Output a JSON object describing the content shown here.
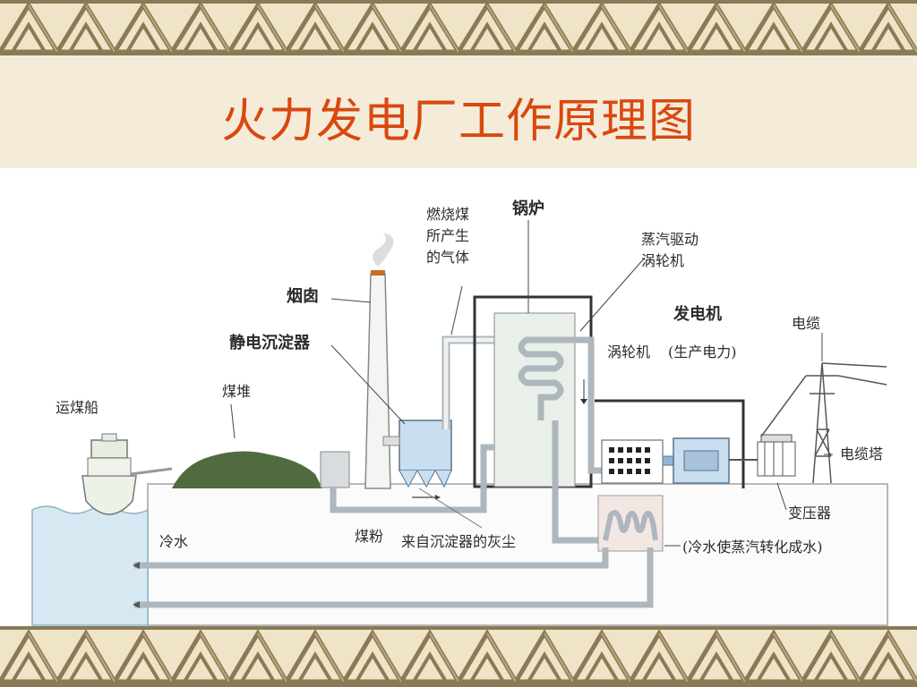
{
  "title": "火力发电厂工作原理图",
  "colors": {
    "title": "#d9480f",
    "background": "#f4ecd9",
    "border_pattern": "#8a7a55",
    "pipe": "#aeb7bd",
    "water": "#d6e8f2",
    "coal_pile": "#4f6b3f",
    "boiler": "#e9efe9",
    "equipment_blue": "#c9def0"
  },
  "diagram": {
    "labels": {
      "coal_ship": "运煤船",
      "coal_pile": "煤堆",
      "chimney": "烟囱",
      "precipitator": "静电沉淀器",
      "flue_gas": "燃烧煤\n所产生\n的气体",
      "boiler": "锅炉",
      "steam_turbine_drive": "蒸汽驱动\n涡轮机",
      "turbine": "涡轮机",
      "generator": "发电机",
      "generator_note": "(生产电力)",
      "cable": "电缆",
      "tower": "电缆塔",
      "transformer": "变压器",
      "condenser_note": "(冷水使蒸汽转化成水)",
      "cold_water": "冷水",
      "coal_powder": "煤粉",
      "ash": "来自沉淀器的灰尘"
    }
  }
}
